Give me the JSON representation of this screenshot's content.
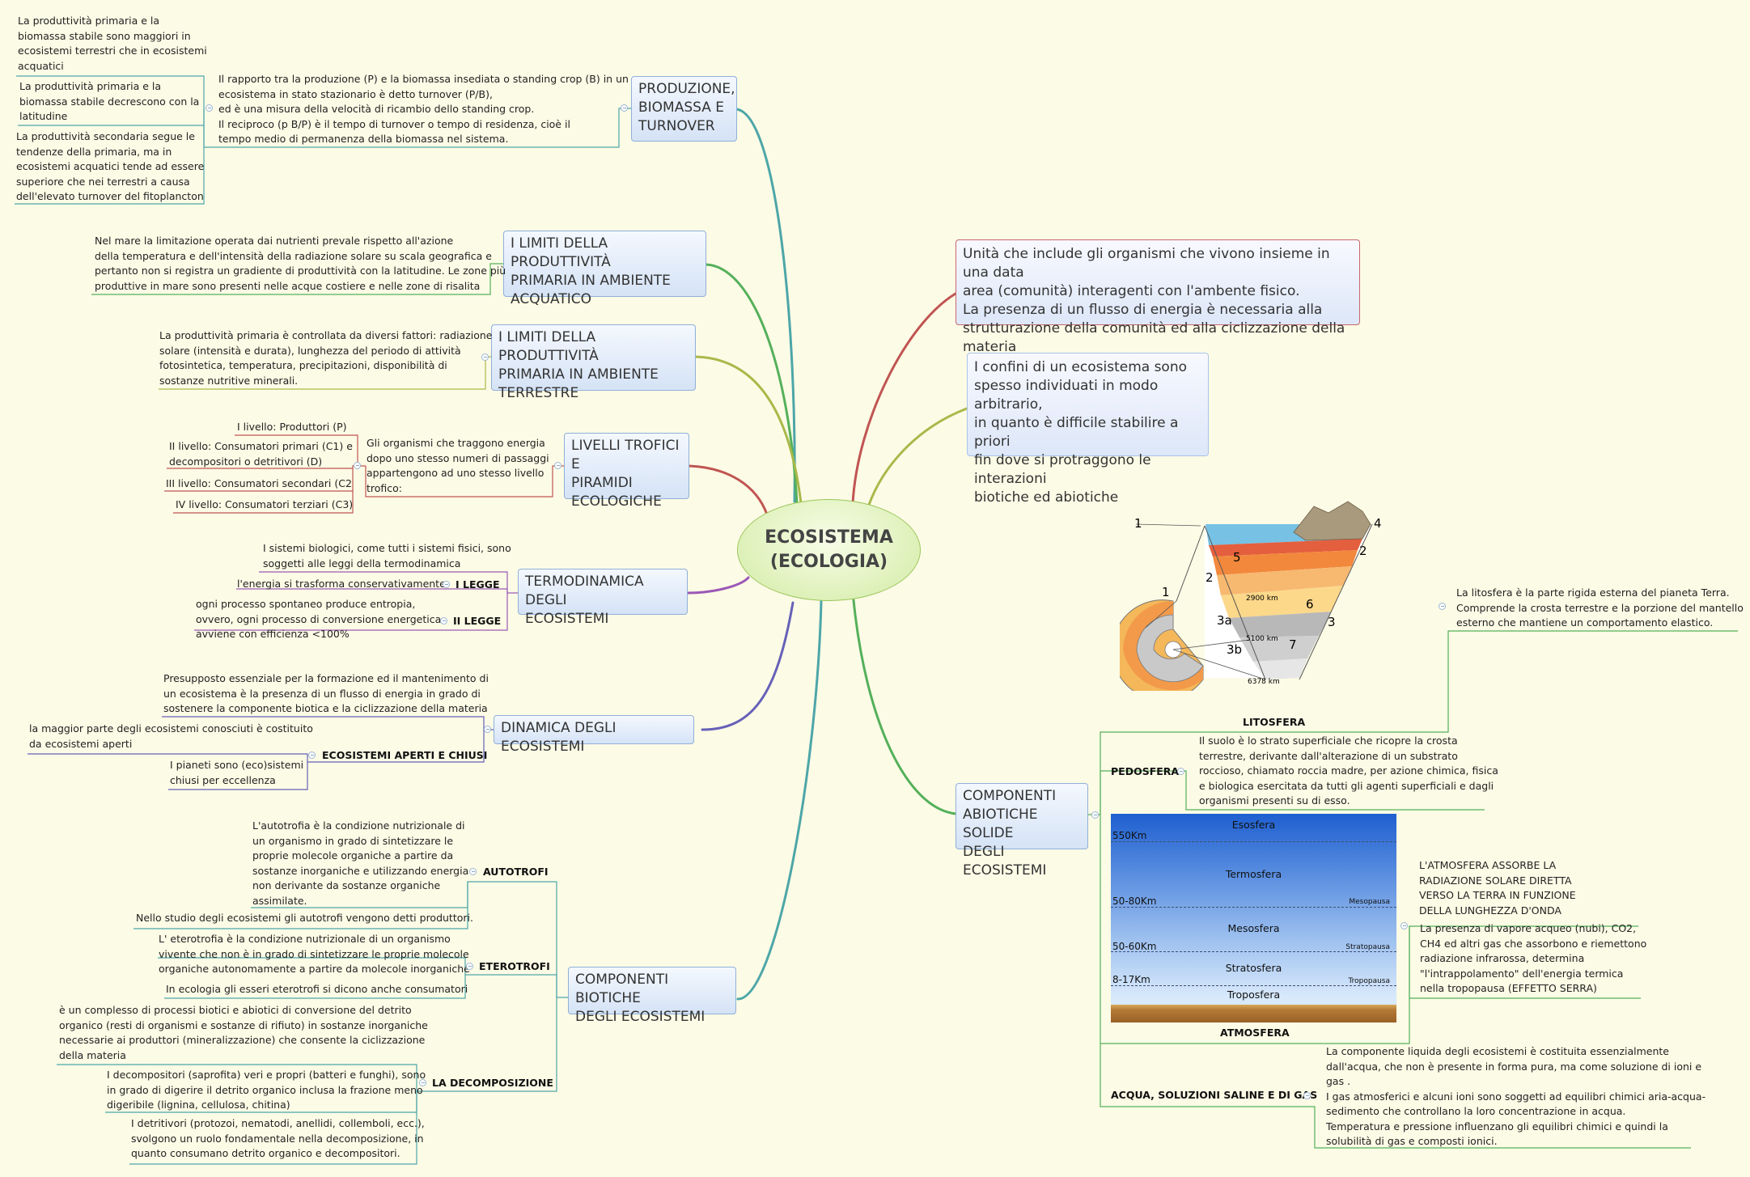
{
  "central": {
    "title": "ECOSISTEMA\n(ECOLOGIA)"
  },
  "definitions": [
    {
      "text": "Unità che include gli organismi che vivono insieme in una data\narea (comunità) interagenti con l'ambente fisico.\nLa presenza di un flusso di energia è necessaria alla\nstrutturazione della comunità ed alla ciclizzazione della materia"
    },
    {
      "text": "I confini di un ecosistema sono\nspesso individuati in modo arbitrario,\nin quanto è difficile stabilire a priori\nfin dove si protraggono le interazioni\nbiotiche ed abiotiche"
    }
  ],
  "left_branches": {
    "produzione": {
      "title": "PRODUZIONE,\nBIOMASSA E\nTURNOVER",
      "note": " Il rapporto tra la produzione (P) e la biomassa insediata o standing crop (B) in un\necosistema in stato stazionario è detto turnover (P/B),\ned è una misura della velocità di ricambio dello standing crop.\nIl reciproco (p B/P) è il tempo di turnover o tempo di residenza, cioè il\ntempo medio di permanenza della biomassa nel sistema.",
      "subnotes": [
        "La produttività primaria e la\n biomassa stabile sono maggiori in\n ecosistemi terrestri che in ecosistemi\n acquatici",
        " La produttività primaria e la\n biomassa stabile decrescono con la\n latitudine",
        "La produttività secondaria segue le\ntendenze della primaria, ma in\necosistemi acquatici tende ad essere\nsuperiore che nei terrestri a causa\ndell'elevato turnover del fitoplancton"
      ]
    },
    "limiti_acquatico": {
      "title": "I LIMITI DELLA PRODUTTIVITÀ\nPRIMARIA IN AMBIENTE\nACQUATICO",
      "note": "Nel mare la limitazione operata dai nutrienti prevale rispetto all'azione\n della temperatura e dell'intensità della radiazione solare su scala geografica e\npertanto non si registra un gradiente di produttività con la latitudine. Le zone più\nproduttive in mare sono presenti nelle acque costiere e nelle zone di risalita"
    },
    "limiti_terrestre": {
      "title": "I LIMITI DELLA PRODUTTIVITÀ\nPRIMARIA IN AMBIENTE\nTERRESTRE",
      "note": "La produttività primaria è controllata da diversi fattori: radiazione\nsolare (intensità e durata), lunghezza del periodo di attività\nfotosintetica, temperatura, precipitazioni, disponibilità di\nsostanze nutritive minerali."
    },
    "livelli": {
      "title": "LIVELLI TROFICI E\nPIRAMIDI\nECOLOGICHE",
      "note": "Gli organismi che traggono energia\n dopo uno stesso numeri di passaggi\n appartengono ad uno stesso livello\n trofico:",
      "items": [
        "I livello: Produttori (P)",
        "II livello: Consumatori primari (C1) e\ndecompositori o detritivori (D)",
        "III livello: Consumatori secondari (C2",
        "IV livello: Consumatori terziari (C3)"
      ]
    },
    "termodinamica": {
      "title": "TERMODINAMICA DEGLI\nECOSISTEMI",
      "note": "I sistemi biologici, come tutti i sistemi fisici, sono\nsoggetti alle leggi della termodinamica",
      "legge1_label": "I LEGGE",
      "legge1_text": "l'energia si trasforma conservativamente",
      "legge2_label": "II LEGGE",
      "legge2_text": "ogni processo spontaneo produce entropia,\novvero, ogni processo di conversione energetica\navviene con efficienza <100%"
    },
    "dinamica": {
      "title": "DINAMICA DEGLI ECOSISTEMI",
      "note": "Presupposto essenziale per la formazione ed il mantenimento di\n un ecosistema è la presenza di un flusso di energia in grado di\nsostenere la componente biotica e la ciclizzazione della materia",
      "sub_label": "ECOSISTEMI APERTI E CHIUSI",
      "sub_notes": [
        "la maggior parte degli ecosistemi conosciuti è costituito\n da ecosistemi aperti",
        "I pianeti sono (eco)sistemi\nchiusi per eccellenza"
      ]
    },
    "biotiche": {
      "title": "COMPONENTI BIOTICHE\nDEGLI ECOSISTEMI",
      "autotrofi_label": "AUTOTROFI",
      "autotrofi_notes": [
        "L'autotrofia è la condizione nutrizionale di\nun organismo in grado di sintetizzare le\n proprie molecole organiche a partire da\nsostanze inorganiche e utilizzando energia\nnon derivante da sostanze organiche\nassimilate.",
        "Nello studio degli ecosistemi gli autotrofi vengono detti produttori."
      ],
      "eterotrofi_label": "ETEROTROFI",
      "eterotrofi_notes": [
        "L' eterotrofia è la condizione nutrizionale di un organismo\nvivente che non è in grado di sintetizzare le proprie molecole\norganiche autonomamente a partire da molecole inorganiche",
        "In ecologia gli esseri eterotrofi si dicono anche consumatori"
      ],
      "decomp_note": "è un complesso di processi biotici e abiotici di conversione del detrito\n organico (resti di organismi e sostanze di rifiuto) in sostanze inorganiche\nnecessarie ai produttori (mineralizzazione) che consente la ciclizzazione\ndella materia",
      "decomp_label": "LA DECOMPOSIZIONE",
      "decomp_notes": [
        "I decompositori (saprofita) veri e propri (batteri e funghi), sono\nin grado di digerire il detrito organico inclusa la frazione meno\ndigeribile (lignina, cellulosa, chitina)",
        "I detritivori (protozoi, nematodi, anellidi, collemboli, ecc.),\nsvolgono un ruolo fondamentale nella decomposizione, in\nquanto consumano detrito organico e decompositori."
      ]
    }
  },
  "abiotiche": {
    "title": "COMPONENTI\nABIOTICHE SOLIDE\nDEGLI ECOSISTEMI",
    "litosfera_label": "LITOSFERA",
    "litosfera_note": "La litosfera è la parte rigida esterna del pianeta Terra.\n Comprende la crosta terrestre e la porzione del mantello\n esterno che mantiene un comportamento elastico.",
    "earth_labels": {
      "n1a": "1",
      "n4": "4",
      "n5": "5",
      "n2a": "2",
      "n2b": "2",
      "n1b": "1",
      "n6": "6",
      "n3a": "3a",
      "n3": "3",
      "n3b": "3b",
      "n7": "7",
      "km2900": "2900 km",
      "km5100": "5100 km",
      "km6378": "6378 km"
    },
    "pedosfera_label": "PEDOSFERA",
    "pedosfera_note": "Il suolo è lo strato superficiale che ricopre la crosta\nterrestre, derivante dall'alterazione di un substrato\nroccioso, chiamato roccia madre, per azione chimica, fisica\ne biologica esercitata da tutti gli agenti superficiali e dagli\norganismi presenti su di esso.",
    "atmosfera_label": "ATMOSFERA",
    "atmosfera_layers": {
      "esosfera": "Esosfera",
      "alt1": "550Km",
      "termosfera": "Termosfera",
      "alt2": "50-80Km",
      "mesopausa": "Mesopausa",
      "mesosfera": "Mesosfera",
      "alt3": "50-60Km",
      "stratopausa": "Stratopausa",
      "stratosfera": "Stratosfera",
      "alt4": "8-17Km",
      "tropopausa": "Tropopausa",
      "troposfera": "Troposfera"
    },
    "atmosfera_notes": [
      "L'ATMOSFERA ASSORBE LA\nRADIAZIONE SOLARE DIRETTA\n VERSO LA TERRA IN FUNZIONE\nDELLA LUNGHEZZA D'ONDA",
      "La presenza di vapore acqueo (nubi), CO2,\nCH4 ed altri gas che assorbono e riemettono\nradiazione infrarossa, determina\n\"l'intrappolamento\" dell'energia termica\nnella tropopausa (EFFETTO SERRA)"
    ],
    "acqua_label": "ACQUA, SOLUZIONI SALINE E DI GAS",
    "acqua_note": "La componente liquida degli ecosistemi è costituita essenzialmente\n dall'acqua, che non è presente in forma pura, ma come soluzione di ioni e\n gas .\nI gas atmosferici e alcuni ioni sono soggetti ad equilibri chimici  aria-acqua-\nsedimento che controllano la loro concentrazione in acqua.\nTemperatura e pressione influenzano gli equilibri chimici e quindi la\nsolubilità di gas e composti ionici."
  }
}
